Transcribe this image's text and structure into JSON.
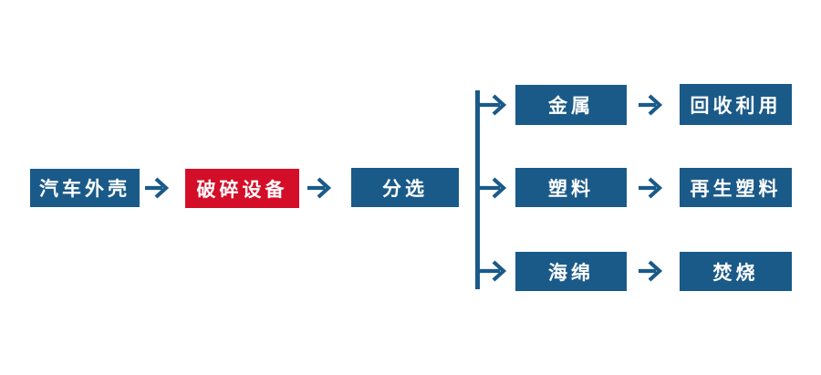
{
  "flowchart": {
    "title": "car-shell-recycling-process",
    "colors": {
      "node_blue": "#1a5a89",
      "node_red": "#d40e28",
      "connector": "#1a5a89",
      "text": "#ffffff",
      "background": "#ffffff"
    },
    "main_path": [
      {
        "label": "汽车外壳",
        "style": "blue"
      },
      {
        "label": "破碎设备",
        "style": "red"
      },
      {
        "label": "分选",
        "style": "blue"
      }
    ],
    "branches": [
      {
        "input": "金属",
        "output": "回收利用"
      },
      {
        "input": "塑料",
        "output": "再生塑料"
      },
      {
        "input": "海绵",
        "output": "焚烧"
      }
    ]
  }
}
